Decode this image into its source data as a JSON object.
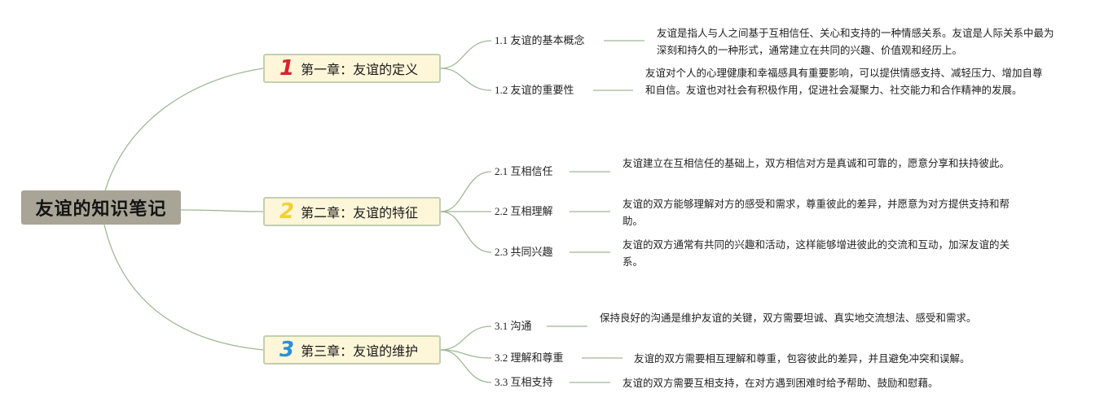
{
  "root": {
    "title": "友谊的知识笔记"
  },
  "colors": {
    "line": "#9fb896",
    "chapter_fill": "#fdf6d8",
    "chapter_border": "#c3cfb1",
    "root_fill": "#a8a597",
    "num1": "#d9232e",
    "num2": "#f3cf35",
    "num3": "#2b8fd8"
  },
  "chapters": [
    {
      "number": "1",
      "title": "第一章：友谊的定义",
      "topics": [
        {
          "label": "1.1 友谊的基本概念",
          "text": "友谊是指人与人之间基于互相信任、关心和支持的一种情感关系。友谊是人际关系中最为深刻和持久的一种形式，通常建立在共同的兴趣、价值观和经历上。"
        },
        {
          "label": "1.2 友谊的重要性",
          "text": "友谊对个人的心理健康和幸福感具有重要影响，可以提供情感支持、减轻压力、增加自尊和自信。友谊也对社会有积极作用，促进社会凝聚力、社交能力和合作精神的发展。"
        }
      ]
    },
    {
      "number": "2",
      "title": "第二章：友谊的特征",
      "topics": [
        {
          "label": "2.1 互相信任",
          "text": "友谊建立在互相信任的基础上，双方相信对方是真诚和可靠的，愿意分享和扶持彼此。"
        },
        {
          "label": "2.2 互相理解",
          "text": "友谊的双方能够理解对方的感受和需求，尊重彼此的差异，并愿意为对方提供支持和帮助。"
        },
        {
          "label": "2.3 共同兴趣",
          "text": "友谊的双方通常有共同的兴趣和活动，这样能够增进彼此的交流和互动，加深友谊的关系。"
        }
      ]
    },
    {
      "number": "3",
      "title": "第三章：友谊的维护",
      "topics": [
        {
          "label": "3.1 沟通",
          "text": "保持良好的沟通是维护友谊的关键，双方需要坦诚、真实地交流想法、感受和需求。"
        },
        {
          "label": "3.2 理解和尊重",
          "text": "友谊的双方需要相互理解和尊重，包容彼此的差异，并且避免冲突和误解。"
        },
        {
          "label": "3.3 互相支持",
          "text": "友谊的双方需要互相支持，在对方遇到困难时给予帮助、鼓励和慰藉。"
        }
      ]
    }
  ]
}
